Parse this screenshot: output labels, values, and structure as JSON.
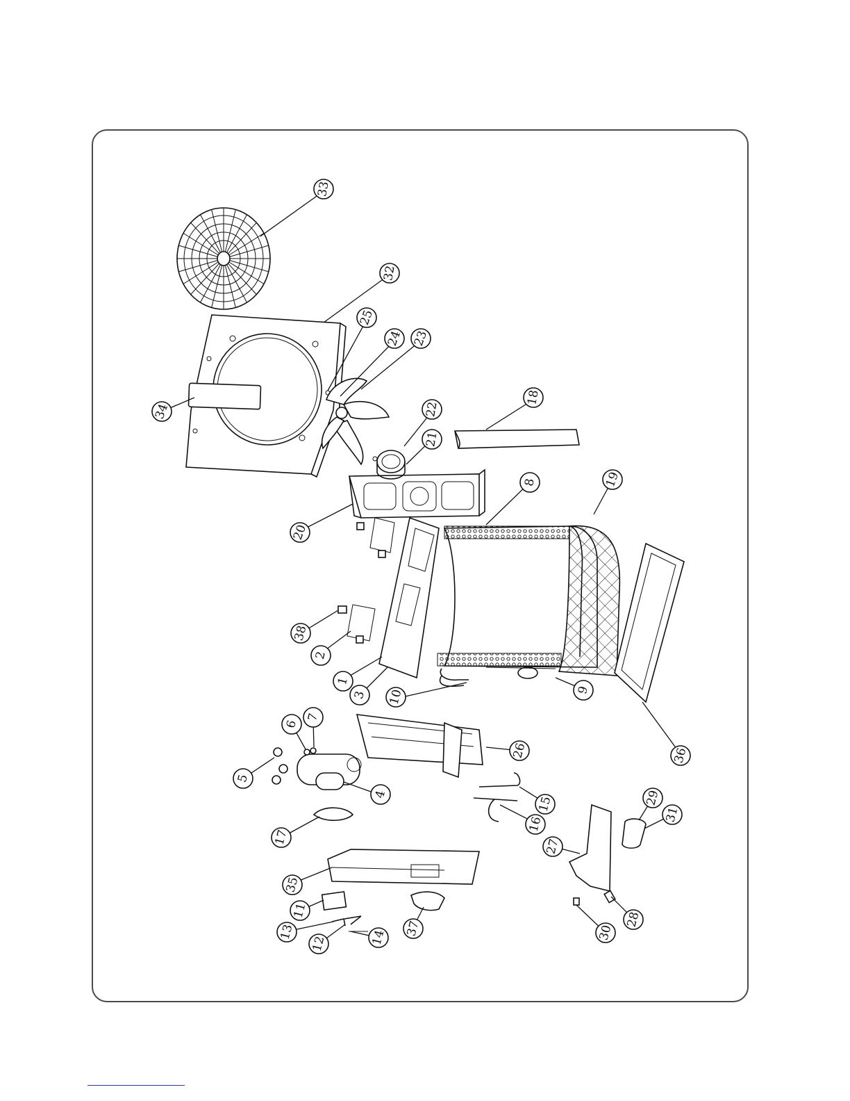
{
  "diagram": {
    "callouts": [
      {
        "id": "33",
        "label": "33"
      },
      {
        "id": "32",
        "label": "32"
      },
      {
        "id": "25",
        "label": "25"
      },
      {
        "id": "24",
        "label": "24"
      },
      {
        "id": "23",
        "label": "23"
      },
      {
        "id": "34",
        "label": "34"
      },
      {
        "id": "18",
        "label": "18"
      },
      {
        "id": "22",
        "label": "22"
      },
      {
        "id": "21",
        "label": "21"
      },
      {
        "id": "8",
        "label": "8"
      },
      {
        "id": "19",
        "label": "19"
      },
      {
        "id": "20",
        "label": "20"
      },
      {
        "id": "38",
        "label": "38"
      },
      {
        "id": "2",
        "label": "2"
      },
      {
        "id": "1",
        "label": "1"
      },
      {
        "id": "3",
        "label": "3"
      },
      {
        "id": "10",
        "label": "10"
      },
      {
        "id": "9",
        "label": "9"
      },
      {
        "id": "36",
        "label": "36"
      },
      {
        "id": "7",
        "label": "7"
      },
      {
        "id": "6",
        "label": "6"
      },
      {
        "id": "26",
        "label": "26"
      },
      {
        "id": "5",
        "label": "5"
      },
      {
        "id": "4",
        "label": "4"
      },
      {
        "id": "15",
        "label": "15"
      },
      {
        "id": "16",
        "label": "16"
      },
      {
        "id": "29",
        "label": "29"
      },
      {
        "id": "31",
        "label": "31"
      },
      {
        "id": "17",
        "label": "17"
      },
      {
        "id": "27",
        "label": "27"
      },
      {
        "id": "35",
        "label": "35"
      },
      {
        "id": "11",
        "label": "11"
      },
      {
        "id": "37",
        "label": "37"
      },
      {
        "id": "28",
        "label": "28"
      },
      {
        "id": "13",
        "label": "13"
      },
      {
        "id": "12",
        "label": "12"
      },
      {
        "id": "14",
        "label": "14"
      },
      {
        "id": "30",
        "label": "30"
      }
    ]
  }
}
